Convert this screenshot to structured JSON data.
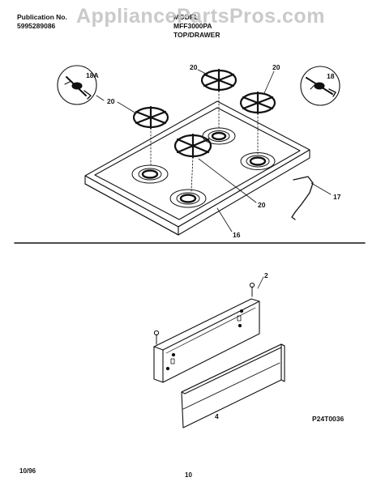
{
  "header": {
    "publication_label": "Publication No.",
    "publication_number": "5995289086",
    "model_line_1": "MODEL",
    "model_line_2": "MFF3000PA",
    "section_title": "TOP/DRAWER"
  },
  "watermark": "AppliancePartsPros.com",
  "callouts": {
    "c18a": "18A",
    "c18": "18",
    "c20_top": "20",
    "c20_topright": "20",
    "c20_left": "20",
    "c20_center": "20",
    "c17": "17",
    "c16": "16",
    "c2": "2",
    "c4": "4"
  },
  "figure_code": "P24T0036",
  "footer": {
    "date": "10/96",
    "page": "10"
  }
}
